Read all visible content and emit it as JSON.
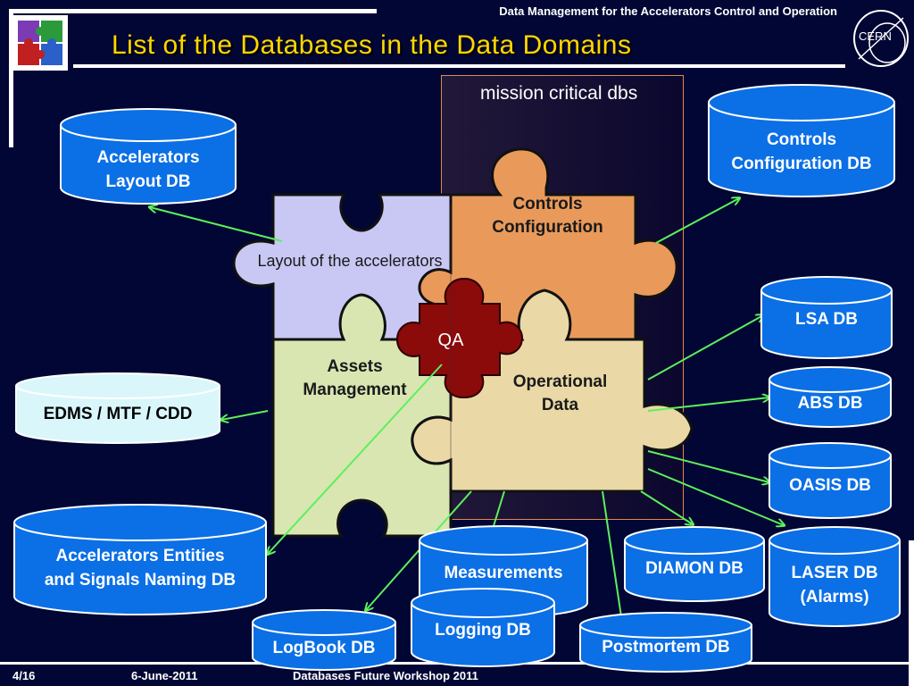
{
  "header": {
    "subtitle": "Data Management for the Accelerators Control and Operation",
    "title": "List of the Databases in the Data Domains",
    "logo_text": "CERN"
  },
  "mission_label": "mission critical dbs",
  "pieces": {
    "layout": "Layout of the accelerators",
    "controls": "Controls\nConfiguration",
    "assets": "Assets\nManagement",
    "operational": "Operational\nData",
    "qa": "QA"
  },
  "databases": {
    "accelerators_layout": "Accelerators\nLayout DB",
    "controls_config": "Controls\nConfiguration DB",
    "lsa": "LSA DB",
    "abs": "ABS DB",
    "oasis": "OASIS DB",
    "laser": "LASER DB\n(Alarms)",
    "diamon": "DIAMON DB",
    "postmortem": "Postmortem DB",
    "measurements": "Measurements",
    "logging": "Logging DB",
    "logbook": "LogBook DB",
    "naming": "Accelerators Entities\nand Signals Naming DB",
    "edms": "EDMS / MTF / CDD"
  },
  "footer": {
    "page": "4/16",
    "date": "6-June-2011",
    "event": "Databases Future Workshop 2011"
  },
  "colors": {
    "background": "#020634",
    "title": "#ffd700",
    "db_fill": "#0b6fe6",
    "arrow": "#5cf05c",
    "piece_layout": "#c9c8f4",
    "piece_controls": "#e99a5a",
    "piece_assets": "#d9e6b2",
    "piece_operational": "#ead9a6",
    "piece_qa": "#8b0a0a"
  }
}
